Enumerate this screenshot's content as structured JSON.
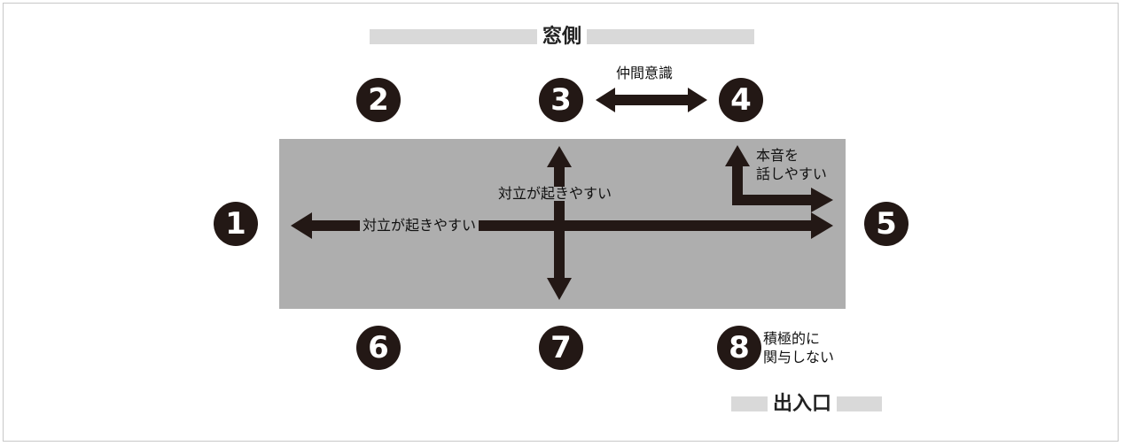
{
  "labels": {
    "window_side": "窓側",
    "entrance": "出入口",
    "fellowship": "仲間意識",
    "conflict_horizontal": "対立が起きやすい",
    "conflict_vertical": "対立が起きやすい",
    "honest_line1": "本音を",
    "honest_line2": "話しやすい",
    "passive_line1": "積極的に",
    "passive_line2": "関与しない"
  },
  "seats": [
    {
      "number": "1"
    },
    {
      "number": "2"
    },
    {
      "number": "3"
    },
    {
      "number": "4"
    },
    {
      "number": "5"
    },
    {
      "number": "6"
    },
    {
      "number": "7"
    },
    {
      "number": "8"
    }
  ],
  "colors": {
    "table": "#aeaeae",
    "seat": "#231815",
    "arrow": "#231815",
    "strip": "#d9d9d9",
    "border": "#c8c8c8"
  }
}
